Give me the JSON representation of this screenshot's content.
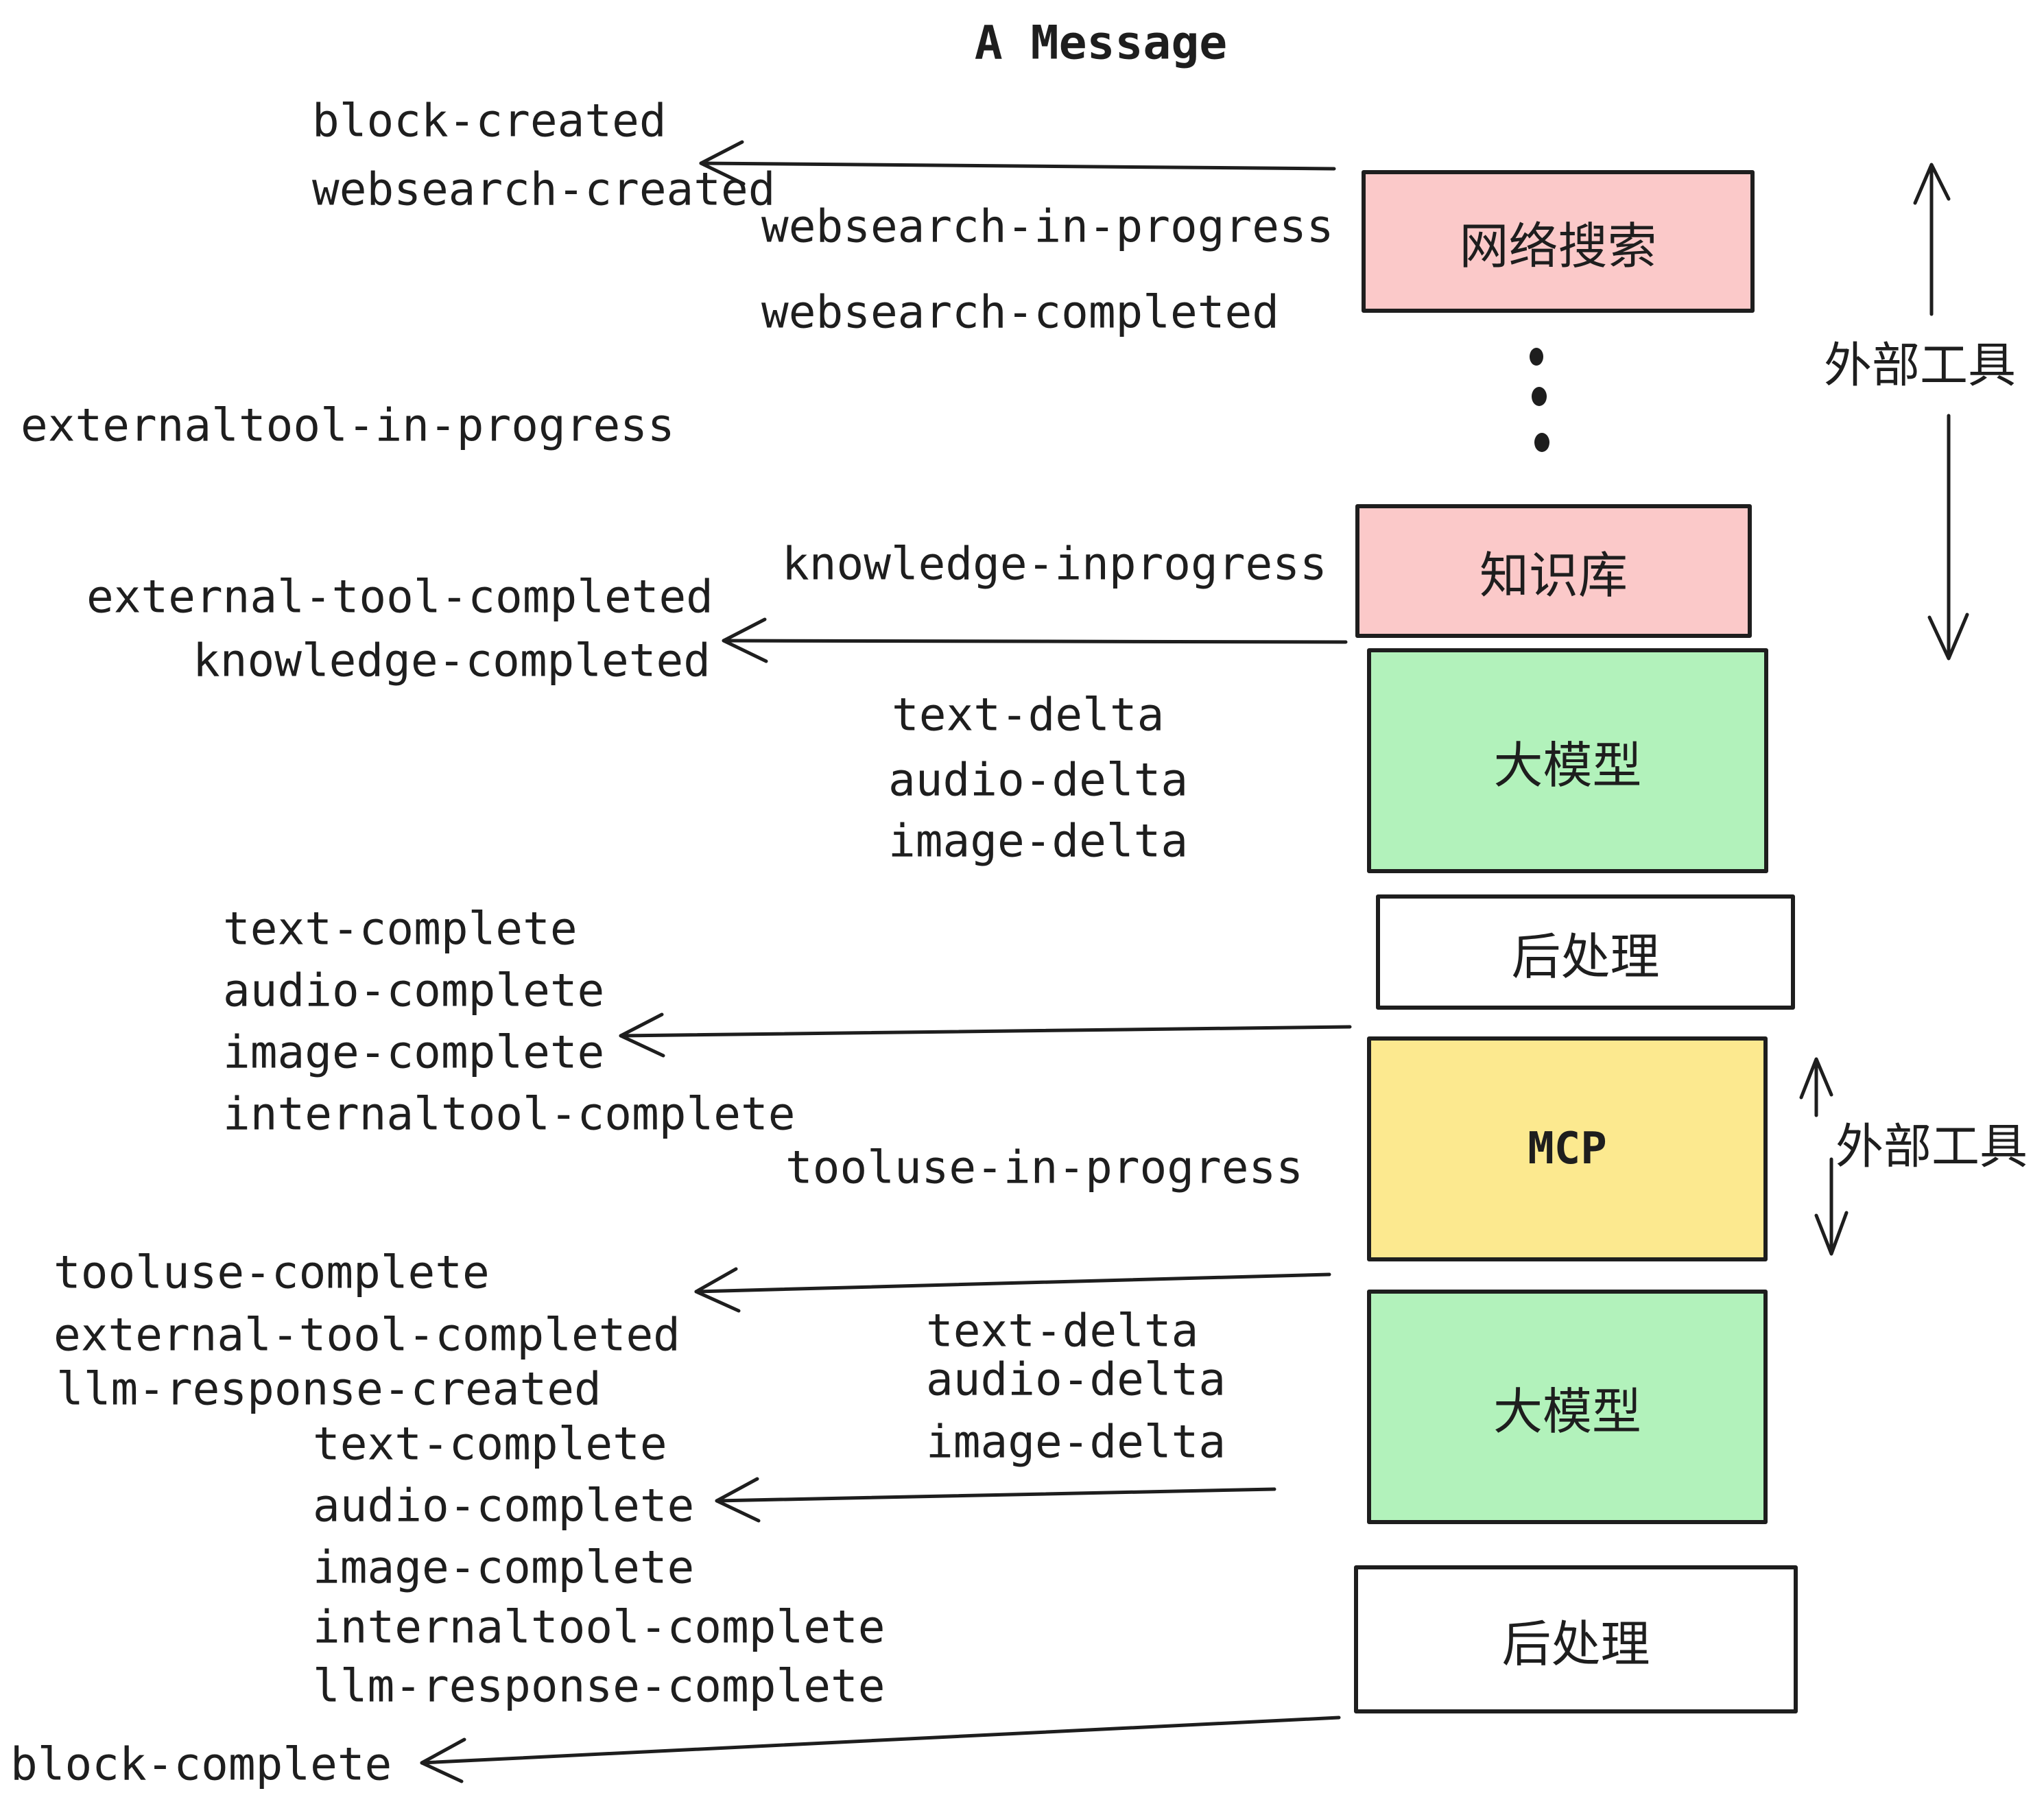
{
  "title": "A Message",
  "boxes": {
    "websearch": "网络搜索",
    "knowledge": "知识库",
    "llm": "大模型",
    "post": "后处理",
    "mcp": "MCP"
  },
  "annotations": {
    "external_tools": "外部工具",
    "ellipsis_icon": "vertical-dots"
  },
  "events": {
    "block_created": "block-created",
    "websearch_created": "websearch-created",
    "websearch_in_progress": "websearch-in-progress",
    "websearch_completed": "websearch-completed",
    "externaltool_in_progress": "externaltool-in-progress",
    "knowledge_inprogress": "knowledge-inprogress",
    "external_tool_completed": "external-tool-completed",
    "knowledge_completed": "knowledge-completed",
    "text_delta": "text-delta",
    "audio_delta": "audio-delta",
    "image_delta": "image-delta",
    "text_complete": "text-complete",
    "audio_complete": "audio-complete",
    "image_complete": "image-complete",
    "internaltool_complete": "internaltool-complete",
    "tooluse_in_progress": "tooluse-in-progress",
    "tooluse_complete": "tooluse-complete",
    "llm_response_created": "llm-response-created",
    "llm_response_complete": "llm-response-complete",
    "block_complete": "block-complete"
  },
  "colors": {
    "ink": "#1e1e1e",
    "pink": "#fbc9c9",
    "green": "#b2f2bb",
    "yellow": "#fce98f",
    "paper": "#ffffff"
  }
}
